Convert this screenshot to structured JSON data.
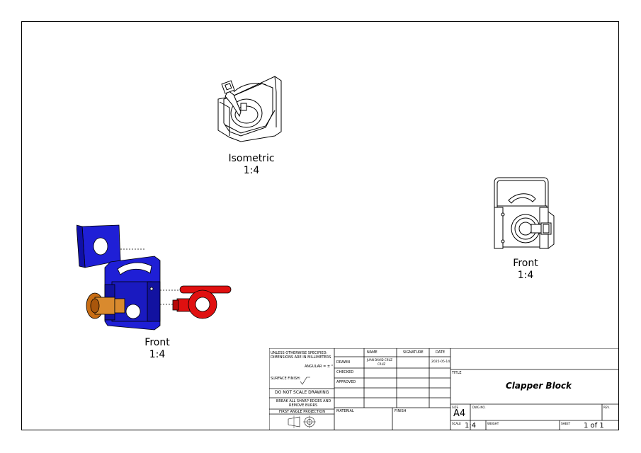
{
  "views": {
    "isometric": {
      "name": "Isometric",
      "scale": "1:4"
    },
    "front_right": {
      "name": "Front",
      "scale": "1:4"
    },
    "front_left": {
      "name": "Front",
      "scale": "1:4"
    }
  },
  "title_block": {
    "notes": {
      "line1": "UNLESS OTHERWISE SPECIFIED:",
      "line2": "DIMENSIONS ARE IN MILLIMETERS",
      "angular": "ANGULAR = ± °",
      "surface_finish": "SURFACE FINISH:",
      "do_not_scale": "DO NOT SCALE DRAWING",
      "break_edges_1": "BREAK ALL SHARP EDGES AND",
      "break_edges_2": "REMOVE BURRS",
      "projection": "FIRST ANGLE PROJECTION"
    },
    "headers": {
      "name": "NAME",
      "signature": "SIGNATURE",
      "date": "DATE"
    },
    "rows": {
      "drawn_label": "DRAWN",
      "drawn_name_1": "JUAN DAVID CRUZ",
      "drawn_name_2": "CRUZ",
      "drawn_date": "2025-05-14",
      "checked_label": "CHECKED",
      "approved_label": "APPROVED"
    },
    "material_label": "MATERIAL",
    "finish_label": "FINISH",
    "title_label": "TITLE",
    "title": "Clapper Block",
    "size_label": "SIZE",
    "size": "A4",
    "dwg_no_label": "DWG NO.",
    "rev_label": "REV.",
    "scale_label": "SCALE",
    "scale": "1:4",
    "weight_label": "WEIGHT",
    "sheet_label": "SHEET",
    "sheet": "1 of 1"
  },
  "colors": {
    "blue_part": "#1f1fd6",
    "red_part": "#e01010",
    "bronze_part": "#c86d14",
    "line": "#000000"
  }
}
